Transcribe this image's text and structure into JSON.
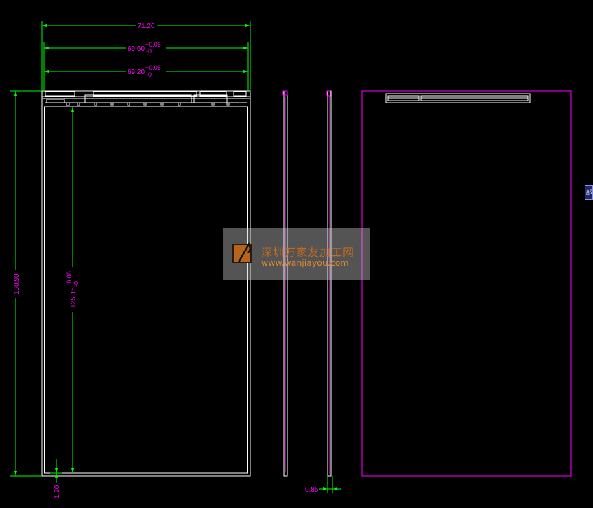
{
  "colors": {
    "background": "#000000",
    "outline": "#ffffff",
    "dimension_line": "#00ff00",
    "dimension_text": "#ff00ff",
    "side_view": "#ff00ff",
    "watermark_text": "#c56a1a"
  },
  "front_view": {
    "dimensions": {
      "overall_width": "71.20",
      "inner_width_1": "69.60",
      "inner_width_1_tol_plus": "+0.06",
      "inner_width_1_tol_minus": "-0",
      "inner_width_2": "69.20",
      "inner_width_2_tol_plus": "+0.06",
      "inner_width_2_tol_minus": "-0",
      "overall_height": "130.90",
      "inner_height": "125.15",
      "inner_height_tol_plus": "+0.06",
      "inner_height_tol_minus": "-0",
      "bottom_offset": "1.20"
    }
  },
  "side_view": {
    "thickness": "0.85"
  },
  "watermark": {
    "chinese_text": "深圳万家友加工网",
    "url": "www.wanjiayou.com"
  },
  "side_tab": {
    "label": "部"
  }
}
